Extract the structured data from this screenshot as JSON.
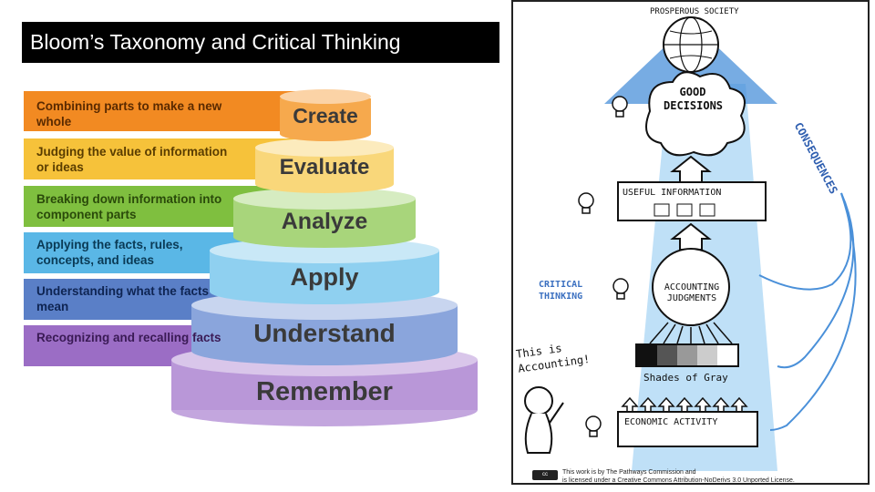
{
  "slide": {
    "title": "Bloom’s Taxonomy and Critical Thinking"
  },
  "bloom": {
    "levels": [
      {
        "label": "Create",
        "description": "Combining parts to make a new whole",
        "band_color": "#f28a22",
        "tier_color": "#f6a94d"
      },
      {
        "label": "Evaluate",
        "description": "Judging the value of information or ideas",
        "band_color": "#f6c23a",
        "tier_color": "#f9d77a"
      },
      {
        "label": "Analyze",
        "description": "Breaking down information into component parts",
        "band_color": "#7fbf3f",
        "tier_color": "#a8d57b"
      },
      {
        "label": "Apply",
        "description": "Applying the facts, rules, concepts, and ideas",
        "band_color": "#5ab7e6",
        "tier_color": "#8fd0f0"
      },
      {
        "label": "Understand",
        "description": "Understanding what the facts mean",
        "band_color": "#5a7fc7",
        "tier_color": "#8aa5dc"
      },
      {
        "label": "Remember",
        "description": "Recognizing and recalling facts",
        "band_color": "#9b6dc5",
        "tier_color": "#b997d8"
      }
    ]
  },
  "sketch": {
    "top_arc": "PROSPEROUS SOCIETY",
    "good_decisions": "GOOD DECISIONS",
    "useful_information": "USEFUL INFORMATION",
    "accounting_judgments": "ACCOUNTING JUDGMENTS",
    "shades_of_gray": "Shades of Gray",
    "economic_activity": "ECONOMIC ACTIVITY",
    "critical_thinking": "CRITICAL THINKING",
    "this_is_accounting": "This is Accounting!",
    "consequences": "CONSEQUENCES",
    "credit_line1": "This work is by The Pathways Commission and",
    "credit_line2": "is licensed under a Creative Commons Attribution-NoDerivs 3.0 Unported License.",
    "badge": "cc",
    "accent_color": "#4a90d9",
    "beam_color": "#bfe0f7"
  }
}
